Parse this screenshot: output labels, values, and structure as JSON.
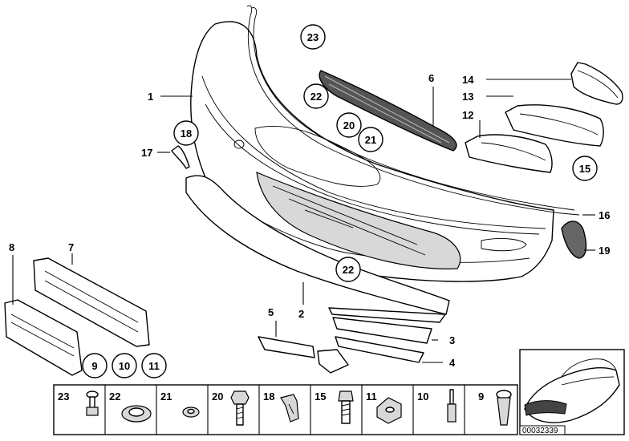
{
  "diagram_id": "00032339",
  "labels": {
    "l1": "1",
    "l2": "2",
    "l3": "3",
    "l4": "4",
    "l5": "5",
    "l6": "6",
    "l7": "7",
    "l8": "8",
    "l12": "12",
    "l13": "13",
    "l14": "14",
    "l16": "16",
    "l17": "17",
    "l19": "19"
  },
  "circled": {
    "c23": "23",
    "c22a": "22",
    "c22b": "22",
    "c18": "18",
    "c20": "20",
    "c21": "21",
    "c15": "15",
    "c9": "9",
    "c10": "10",
    "c11": "11"
  },
  "hardware": [
    "23",
    "22",
    "21",
    "20",
    "18",
    "15",
    "11",
    "10",
    "9"
  ],
  "icons": {
    "car": "car-thumbnail-icon",
    "fasteners": [
      "push-rivet-icon",
      "grommet-icon",
      "washer-icon",
      "hex-bolt-icon",
      "bracket-clip-icon",
      "bolt-icon",
      "speed-nut-icon",
      "pop-rivet-icon",
      "expanding-clip-icon"
    ]
  }
}
